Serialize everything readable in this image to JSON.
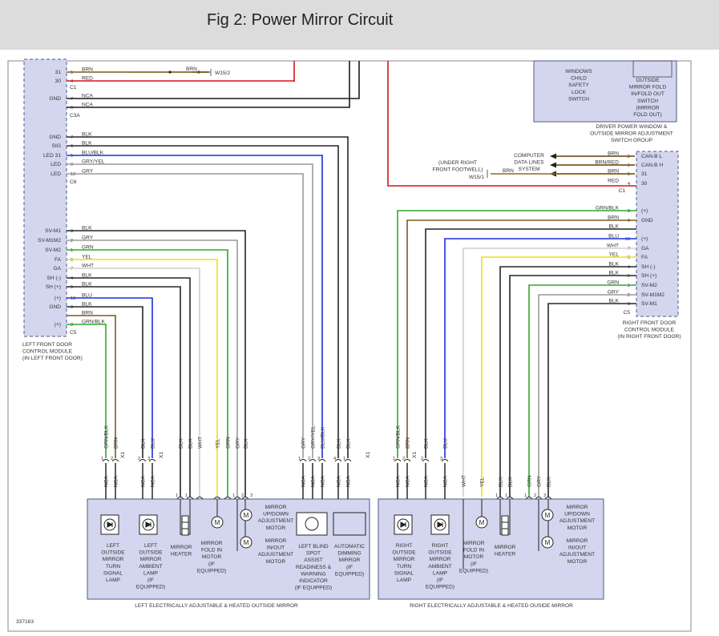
{
  "page": {
    "title": "Fig 2: Power Mirror Circuit"
  },
  "colors": {
    "module_fill": "#d3d6ee",
    "module_border": "#505a8a",
    "page_border": "#8a8a8a",
    "wire_black": "#262626",
    "wire_brown": "#7a5a24",
    "wire_red": "#d6141c",
    "wire_blue": "#1a2fe0",
    "wire_green": "#2ea82e",
    "wire_yellow": "#e6e21a",
    "wire_gray": "#9a9a9a",
    "wire_white": "#cfcfcf",
    "wire_nca": "#1a1a1a"
  },
  "left_module": {
    "label_lines": [
      "LEFT FRONT DOOR",
      "CONTROL MODULE",
      "(IN LEFT FRONT DOOR)"
    ],
    "c1_pins": [
      {
        "name": "31",
        "num": "5",
        "color": "BRN"
      },
      {
        "name": "30",
        "num": "4",
        "color": "RED"
      }
    ],
    "c1_label": "C1",
    "c3a_pins": [
      {
        "name": "GND",
        "num": "7",
        "color": "NCA"
      },
      {
        "name": "",
        "num": "6",
        "color": "NCA"
      }
    ],
    "c3a_label": "C3A",
    "c6_pins": [
      {
        "name": "GND",
        "num": "7",
        "color": "BLK"
      },
      {
        "name": "SIG",
        "num": "6",
        "color": "BLK"
      },
      {
        "name": "LED 31",
        "num": "5",
        "color": "BLU/BLK"
      },
      {
        "name": "LED",
        "num": "9",
        "color": "GRY/YEL"
      },
      {
        "name": "LED",
        "num": "10",
        "color": "GRY"
      }
    ],
    "c6_label": "C6",
    "c5_pins": [
      {
        "name": "SV-M1",
        "num": "3",
        "color": "BLK"
      },
      {
        "name": "SV-M1M2",
        "num": "2",
        "color": "GRY"
      },
      {
        "name": "SV-M2",
        "num": "1",
        "color": "GRN"
      },
      {
        "name": "FA",
        "num": "6",
        "color": "YEL"
      },
      {
        "name": "GA",
        "num": "7",
        "color": "WHT"
      },
      {
        "name": "SH (-)",
        "num": "4",
        "color": "BLK"
      },
      {
        "name": "SH (+)",
        "num": "5",
        "color": "BLK"
      },
      {
        "name": "(+)",
        "num": "10",
        "color": "BLU"
      },
      {
        "name": "GND",
        "num": "9",
        "color": "BLK"
      },
      {
        "name": "",
        "num": "",
        "color": "BRN"
      },
      {
        "name": "(+)",
        "num": "8",
        "color": "GRN/BLK"
      }
    ],
    "c5_label": "C5",
    "splice": {
      "wire": "BRN",
      "label": "W15/2"
    }
  },
  "right_switch": {
    "items": [
      {
        "lines": [
          "WINDOWS",
          "CHILD",
          "SAFETY",
          "LOCK",
          "SWITCH"
        ]
      },
      {
        "lines": [
          "OUTSIDE",
          "MIRROR FOLD",
          "IN/FOLD OUT",
          "SWITCH",
          "(MIRROR",
          "FOLD OUT)"
        ]
      }
    ],
    "label_lines": [
      "DRIVER POWER WINDOW &",
      "OUTSIDE MIRROR ADJUSTMENT",
      "SWITCH GROUP"
    ]
  },
  "right_module": {
    "label_lines": [
      "RIGHT FRONT DOOR",
      "CONTROL MODULE",
      "(IN RIGHT FRONT DOOR)"
    ],
    "c1_pins": [
      {
        "color": "BRN",
        "num": "2",
        "name": "CAN-B L"
      },
      {
        "color": "BRN/RED",
        "num": "1",
        "name": "CAN-B H"
      },
      {
        "color": "BRN",
        "num": "5",
        "name": "31"
      },
      {
        "color": "RED",
        "num": "4",
        "name": "30"
      }
    ],
    "c1_label": "C1",
    "c5_pins": [
      {
        "color": "GRN/BLK",
        "num": "8",
        "name": "(+)"
      },
      {
        "color": "BRN",
        "num": "9",
        "name": "GND"
      },
      {
        "color": "BLK",
        "num": "",
        "name": ""
      },
      {
        "color": "BLU",
        "num": "10",
        "name": "(+)"
      },
      {
        "color": "WHT",
        "num": "7",
        "name": "GA"
      },
      {
        "color": "YEL",
        "num": "6",
        "name": "FA"
      },
      {
        "color": "BLK",
        "num": "4",
        "name": "SH (-)"
      },
      {
        "color": "BLK",
        "num": "5",
        "name": "SH (+)"
      },
      {
        "color": "GRN",
        "num": "1",
        "name": "SV-M2"
      },
      {
        "color": "GRY",
        "num": "2",
        "name": "SV-M1M2"
      },
      {
        "color": "BLK",
        "num": "3",
        "name": "SV-M1"
      }
    ],
    "c5_label": "C5",
    "computer_data_lines": [
      "COMPUTER",
      "DATA LINES",
      "SYSTEM"
    ],
    "footwell_lines": [
      "(UNDER RIGHT",
      "FRONT FOOTWELL)"
    ],
    "splice": {
      "wire": "BRN",
      "label": "W15/1"
    }
  },
  "left_mirror": {
    "label": "LEFT ELECTRICALLY ADJUSTABLE & HEATED OUTSIDE MIRROR",
    "connector_groups": [
      {
        "pins": [
          {
            "num": "1",
            "color": "GRN/BLK",
            "ca": "NCA"
          },
          {
            "num": "2",
            "color": "BRN",
            "ca": "NCA"
          }
        ],
        "id": "X1"
      },
      {
        "pins": [
          {
            "num": "2",
            "color": "BLK",
            "ca": "NCA"
          },
          {
            "num": "3",
            "color": "BLU",
            "ca": "NCA"
          }
        ],
        "id": "X1"
      },
      {
        "pins": [
          {
            "num": "1",
            "color": "BLK",
            "ca": ""
          },
          {
            "num": "1",
            "color": "BLK",
            "ca": ""
          },
          {
            "num": "",
            "color": "WHT",
            "ca": ""
          },
          {
            "num": "",
            "color": "YEL",
            "ca": ""
          },
          {
            "num": "1",
            "color": "GRN",
            "ca": ""
          },
          {
            "num": "2",
            "color": "GRY",
            "ca": ""
          },
          {
            "num": "3",
            "color": "BLK",
            "ca": ""
          }
        ],
        "id": ""
      },
      {
        "pins": [
          {
            "num": "1",
            "color": "GRY",
            "ca": "NCA"
          },
          {
            "num": "2",
            "color": "GRY/YEL",
            "ca": "NCA"
          },
          {
            "num": "3",
            "color": "BLU/BLK",
            "ca": "NCA"
          },
          {
            "num": "4",
            "color": "BLK",
            "ca": "NCA"
          },
          {
            "num": "1",
            "color": "BLK",
            "ca": "NCA"
          }
        ],
        "id": "X1"
      }
    ],
    "components": [
      {
        "lines": [
          "LEFT",
          "OUTSIDE",
          "MIRROR",
          "TURN",
          "SIGNAL",
          "LAMP"
        ]
      },
      {
        "lines": [
          "LEFT",
          "OUTSIDE",
          "MIRROR",
          "AMBIENT",
          "LAMP",
          "(IF",
          "EQUIPPED)"
        ]
      },
      {
        "lines": [
          "MIRROR",
          "HEATER"
        ]
      },
      {
        "lines": [
          "MIRROR",
          "FOLD IN",
          "MOTOR",
          "(IF",
          "EQUIPPED)"
        ]
      },
      {
        "lines": [
          "MIRROR",
          "UP/DOWN",
          "ADJUSTMENT",
          "MOTOR"
        ]
      },
      {
        "lines": [
          "MIRROR",
          "IN/OUT",
          "ADJUSTMENT",
          "MOTOR"
        ]
      },
      {
        "lines": [
          "LEFT BLIND",
          "SPOT",
          "ASSIST",
          "READINESS &",
          "WARNING",
          "INDICATOR",
          "(IF EQUIPPED)"
        ]
      },
      {
        "lines": [
          "AUTOMATIC",
          "DIMMING",
          "MIRROR",
          "(IF",
          "EQUIPPED)"
        ]
      }
    ]
  },
  "right_mirror": {
    "label": "RIGHT ELECTRICALLY ADJUSTABLE & HEATED OUSIDE MIRROR",
    "connector_groups": [
      {
        "pins": [
          {
            "num": "1",
            "color": "GRN/BLK",
            "ca": "NCA"
          },
          {
            "num": "2",
            "color": "BRN",
            "ca": "NCA"
          }
        ],
        "id": "X1"
      },
      {
        "pins": [
          {
            "num": "2",
            "color": "BLK",
            "ca": "NCA"
          },
          {
            "num": "3",
            "color": "BLU",
            "ca": "NCA"
          }
        ],
        "id": ""
      },
      {
        "pins": [
          {
            "num": "",
            "color": "WHT",
            "ca": "WHT"
          },
          {
            "num": "",
            "color": "YEL",
            "ca": "YEL"
          },
          {
            "num": "1",
            "color": "BLK",
            "ca": "BLK"
          },
          {
            "num": "1",
            "color": "BLK",
            "ca": "BLK"
          },
          {
            "num": "1",
            "color": "GRN",
            "ca": "GRN"
          },
          {
            "num": "2",
            "color": "GRY",
            "ca": "GRY"
          },
          {
            "num": "3",
            "color": "BLK",
            "ca": "BLK"
          }
        ],
        "id": ""
      }
    ],
    "components": [
      {
        "lines": [
          "RIGHT",
          "OUTSIDE",
          "MIRROR",
          "TURN",
          "SIGNAL",
          "LAMP"
        ]
      },
      {
        "lines": [
          "RIGHT",
          "OUTSIDE",
          "MIRROR",
          "AMBIENT",
          "LAMP",
          "(IF",
          "EQUIPPED)"
        ]
      },
      {
        "lines": [
          "MIRROR",
          "FOLD IN",
          "MOTOR",
          "(IF",
          "EQUIPPED)"
        ]
      },
      {
        "lines": [
          "MIRROR",
          "HEATER"
        ]
      },
      {
        "lines": [
          "MIRROR",
          "UP/DOWN",
          "ADJUSTMENT",
          "MOTOR"
        ]
      },
      {
        "lines": [
          "MIRROR",
          "IN/OUT",
          "ADJUSTMENT",
          "MOTOR"
        ]
      }
    ]
  },
  "figure_number": "337163",
  "motor_symbol": "M"
}
